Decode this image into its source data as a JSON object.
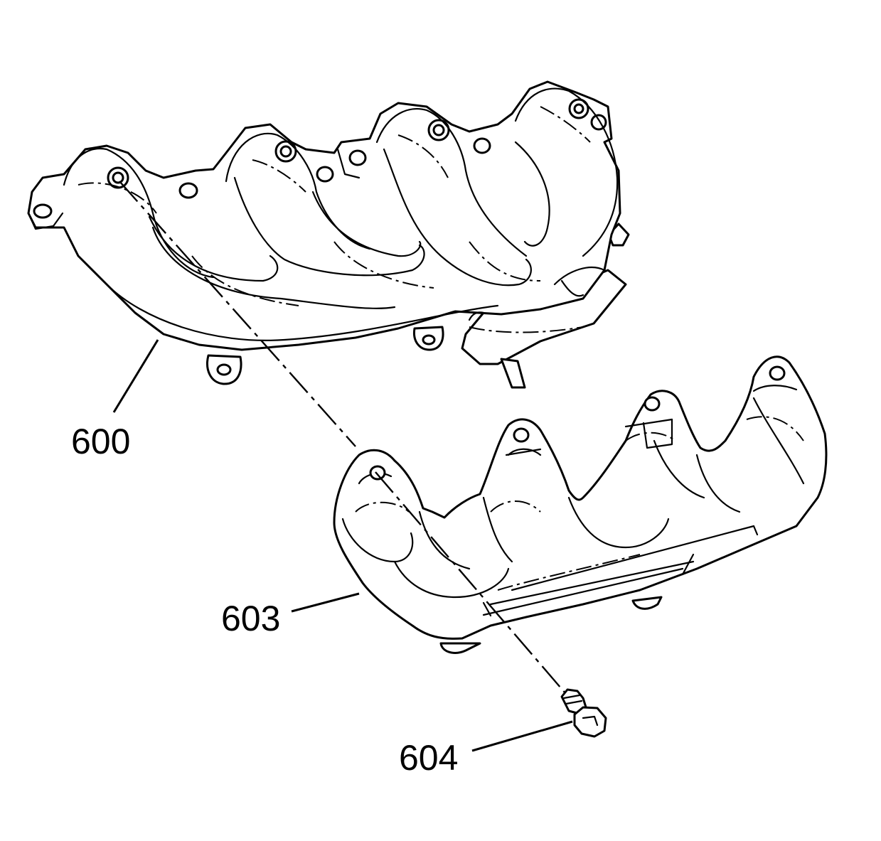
{
  "callouts": [
    {
      "id": "600",
      "label": "600"
    },
    {
      "id": "603",
      "label": "603"
    },
    {
      "id": "604",
      "label": "604"
    }
  ],
  "colors": {
    "line": "#000000",
    "background": "#ffffff"
  }
}
